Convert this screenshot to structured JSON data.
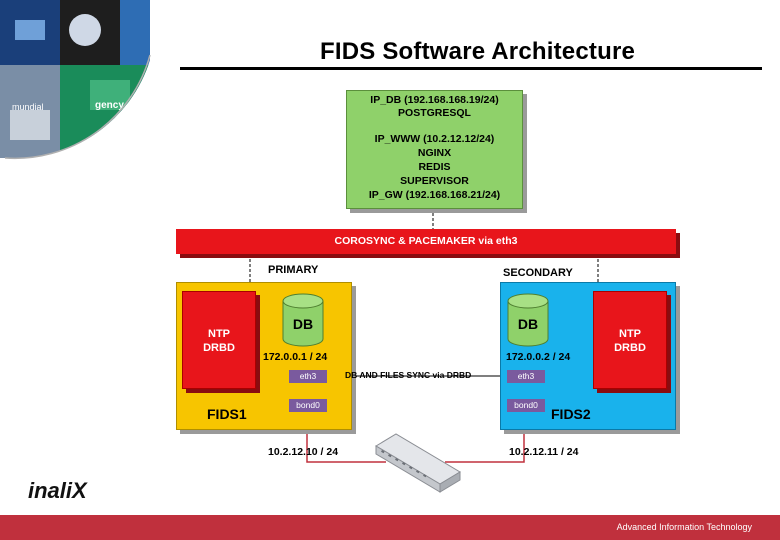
{
  "title": "FIDS Software Architecture",
  "corner_graphic": {
    "labels": [
      "mundial",
      "gency"
    ]
  },
  "server": {
    "lines": [
      "IP_DB (192.168.168.19/24)",
      "POSTGRESQL",
      "",
      "IP_WWW (10.2.12.12/24)",
      "NGINX",
      "REDIS",
      "SUPERVISOR",
      "IP_GW (192.168.168.21/24)"
    ]
  },
  "cluster_bar": {
    "label": "COROSYNC & PACEMAKER via eth3"
  },
  "nodes": {
    "primary": {
      "role": "PRIMARY",
      "name": "FIDS1",
      "services": "NTP\nDRBD",
      "db_label": "DB",
      "drbd_ip": "172.0.0.1 / 24",
      "eth": "eth3",
      "bond": "bond0",
      "lan_ip": "10.2.12.10 / 24"
    },
    "secondary": {
      "role": "SECONDARY",
      "name": "FIDS2",
      "services": "NTP\nDRBD",
      "db_label": "DB",
      "drbd_ip": "172.0.0.2 / 24",
      "eth": "eth3",
      "bond": "bond0",
      "lan_ip": "10.2.12.11 / 24"
    }
  },
  "sync_link": {
    "label": "DB AND FILES SYNC via DRBD"
  },
  "logo": {
    "text": "inaliX"
  },
  "footer": {
    "text": "Advanced Information Technology"
  },
  "colors": {
    "server_box": "#8fd16a",
    "cluster_bar": "#e8151b",
    "primary_box": "#f7c500",
    "secondary_box": "#19b2ec",
    "db_cylinder": "#8fd16a",
    "footer": "#c0303d",
    "link": "#c0303d"
  }
}
